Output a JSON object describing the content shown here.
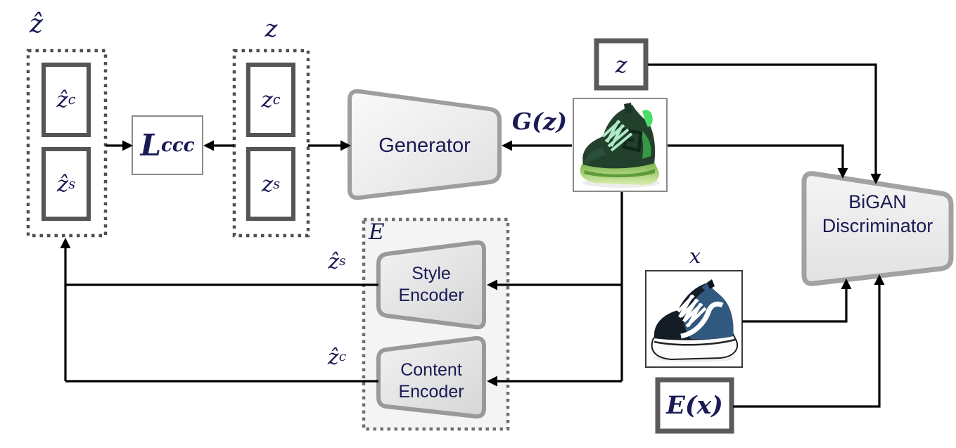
{
  "diagram_type": "GAN architecture diagram (BiGAN with content/style encoders)",
  "colors": {
    "text_navy": "#1a1a55",
    "connector_black": "#000000",
    "thick_box_border": "#555555",
    "thin_box_border": "#8a8a8a",
    "shape_border_gray": "#9e9e9e",
    "encoder_group_fill": "#f4f4f4",
    "shape_fill_light": "#f7f7f7",
    "shape_fill_dark": "#dedede"
  },
  "nodes": {
    "zhat_group": {
      "title": "ẑ",
      "slots": [
        {
          "base": "ẑ",
          "sub": "c"
        },
        {
          "base": "ẑ",
          "sub": "s"
        }
      ]
    },
    "loss": {
      "base": "L",
      "sub": "ccc"
    },
    "z_group": {
      "title": "z",
      "slots": [
        {
          "base": "z",
          "sub": "c"
        },
        {
          "base": "z",
          "sub": "s"
        }
      ]
    },
    "generator": {
      "label": "Generator"
    },
    "gz_arrow_label": "G(z)",
    "z_sample": {
      "label": "z"
    },
    "discriminator": {
      "line1": "BiGAN",
      "line2": "Discriminator"
    },
    "encoder_group": {
      "title": "E"
    },
    "style_encoder": {
      "line1": "Style",
      "line2": "Encoder"
    },
    "content_encoder": {
      "line1": "Content",
      "line2": "Encoder"
    },
    "zhat_s_output": {
      "base": "ẑ",
      "sub": "s"
    },
    "zhat_c_output": {
      "base": "ẑ",
      "sub": "c"
    },
    "x_sample_label": "x",
    "ex_sample": {
      "label": "E(x)"
    }
  },
  "images": {
    "generated_shoe": "generated green sneaker G(z)",
    "real_shoe": "real blue sneaker x"
  }
}
